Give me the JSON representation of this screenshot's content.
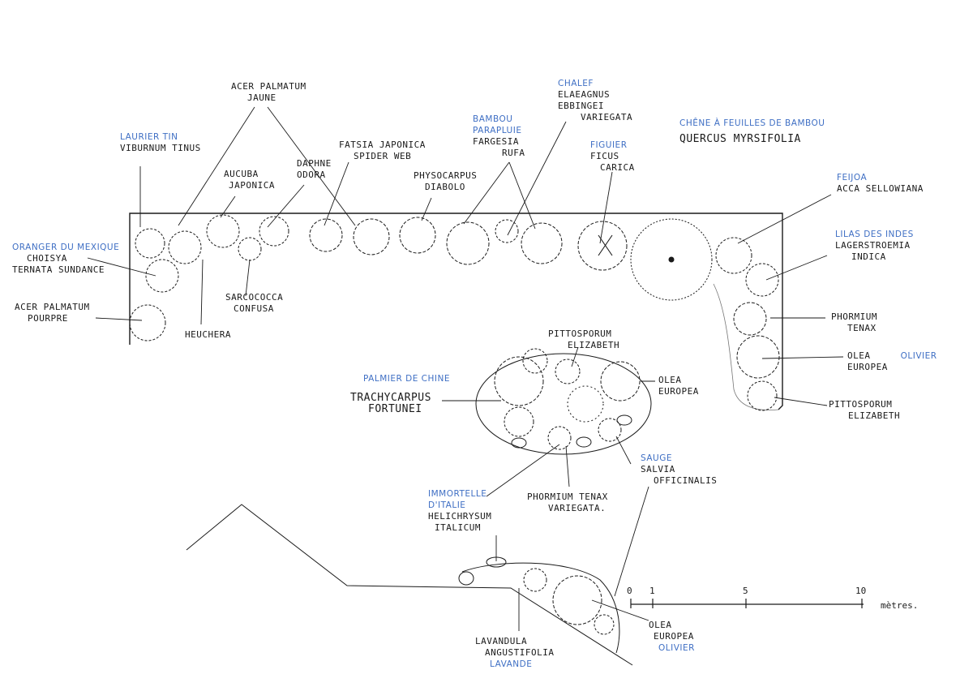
{
  "plan": {
    "background": "#ffffff",
    "ink_color": "#1a1a1a",
    "common_name_color": "#3f6fc4"
  },
  "labels": {
    "acer_jaune": {
      "botanical": [
        "ACER PALMATUM",
        "JAUNE"
      ]
    },
    "laurier_tin": {
      "common": "LAURIER TIN",
      "botanical": [
        "VIBURNUM TINUS"
      ]
    },
    "aucuba": {
      "botanical": [
        "AUCUBA",
        "JAPONICA"
      ]
    },
    "daphne": {
      "botanical": [
        "DAPHNE",
        "ODORA"
      ]
    },
    "fatsia": {
      "botanical": [
        "FATSIA JAPONICA",
        "SPIDER WEB"
      ]
    },
    "physocarpus": {
      "botanical": [
        "PHYSOCARPUS",
        "DIABOLO"
      ]
    },
    "bambou": {
      "common": "BAMBOU PARAPLUIE",
      "botanical": [
        "FARGESIA",
        "RUFA"
      ]
    },
    "chalef": {
      "common": "CHALEF",
      "botanical": [
        "ELAEAGNUS",
        "EBBINGEI",
        "VARIEGATA"
      ]
    },
    "figuier": {
      "common": "FIGUIER",
      "botanical": [
        "FICUS",
        "CARICA"
      ]
    },
    "chene": {
      "common": "CHÊNE À FEUILLES DE BAMBOU",
      "botanical": [
        "QUERCUS MYRSIFOLIA"
      ]
    },
    "feijoa": {
      "common": "FEIJOA",
      "botanical": [
        "ACCA SELLOWIANA"
      ]
    },
    "lilas": {
      "common": "LILAS DES INDES",
      "botanical": [
        "LAGERSTROEMIA",
        "INDICA"
      ]
    },
    "oranger": {
      "common": "ORANGER DU MEXIQUE",
      "botanical": [
        "CHOISYA",
        "TERNATA SUNDANCE"
      ]
    },
    "acer_pourpre": {
      "botanical": [
        "ACER PALMATUM",
        "POURPRE"
      ]
    },
    "sarcococca": {
      "botanical": [
        "SARCOCOCCA",
        "CONFUSA"
      ]
    },
    "heuchera": {
      "botanical": [
        "HEUCHERA"
      ]
    },
    "phormium_right": {
      "botanical": [
        "PHORMIUM",
        "TENAX"
      ]
    },
    "olea_right": {
      "botanical": [
        "OLEA",
        "EUROPEA"
      ],
      "common": "OLIVIER"
    },
    "pittosporum_right": {
      "botanical": [
        "PITTOSPORUM",
        "ELIZABETH"
      ]
    },
    "pittosporum_center": {
      "botanical": [
        "PITTOSPORUM",
        "ELIZABETH"
      ]
    },
    "palmier": {
      "common": "PALMIER DE CHINE",
      "botanical": [
        "TRACHYCARPUS",
        "FORTUNEI"
      ]
    },
    "olea_center": {
      "botanical": [
        "OLEA",
        "EUROPEA"
      ]
    },
    "sauge": {
      "common": "SAUGE",
      "botanical": [
        "SALVIA",
        "OFFICINALIS"
      ]
    },
    "immortelle": {
      "common": "IMMORTELLE D'ITALIE",
      "botanical": [
        "HELICHRYSUM",
        "ITALICUM"
      ]
    },
    "phormium_var": {
      "botanical": [
        "PHORMIUM TENAX",
        "VARIEGATA."
      ]
    },
    "lavandula": {
      "botanical": [
        "LAVANDULA",
        "ANGUSTIFOLIA"
      ],
      "common": "LAVANDE"
    },
    "olea_bottom": {
      "botanical": [
        "OLEA",
        "EUROPEA"
      ],
      "common": "OLIVIER"
    }
  },
  "scale_bar": {
    "ticks": [
      "0",
      "1",
      "5",
      "10"
    ],
    "unit": "mètres."
  }
}
